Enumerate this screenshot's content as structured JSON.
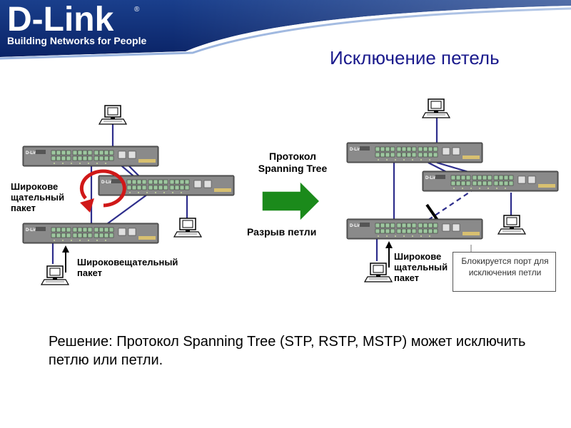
{
  "header": {
    "logo_text": "D-Link",
    "logo_registered": "®",
    "tagline": "Building Networks for People",
    "colors": {
      "banner_top": "#1a3f8c",
      "banner_bottom": "#0a2366",
      "accent_bar": "#e8f0fa"
    }
  },
  "slide": {
    "title": "Исключение петель",
    "title_color": "#1a1a8c"
  },
  "diagram": {
    "left": {
      "broadcast_top_label": "Широкове щательный пакет",
      "broadcast_bottom_label": "Широковещательный пакет"
    },
    "middle": {
      "protocol_label": "Протокол Spanning Tree",
      "loop_break_label": "Разрыв петли",
      "arrow_color": "#1b8a1b"
    },
    "right": {
      "broadcast_label": "Широкове щательный пакет",
      "blocked_port_note": "Блокируется порт для исключения петли"
    },
    "colors": {
      "link": "#2e2e8c",
      "loop_arrow": "#d01818",
      "switch_body": "#6e6e6e",
      "port": "#9ec7a0"
    },
    "icons": [
      "switch-icon",
      "computer-icon",
      "loop-arrow-icon",
      "right-arrow-icon",
      "block-mark-icon"
    ]
  },
  "solution_text": "Решение: Протокол Spanning Tree (STP, RSTP, MSTP) может исключить петлю или петли."
}
